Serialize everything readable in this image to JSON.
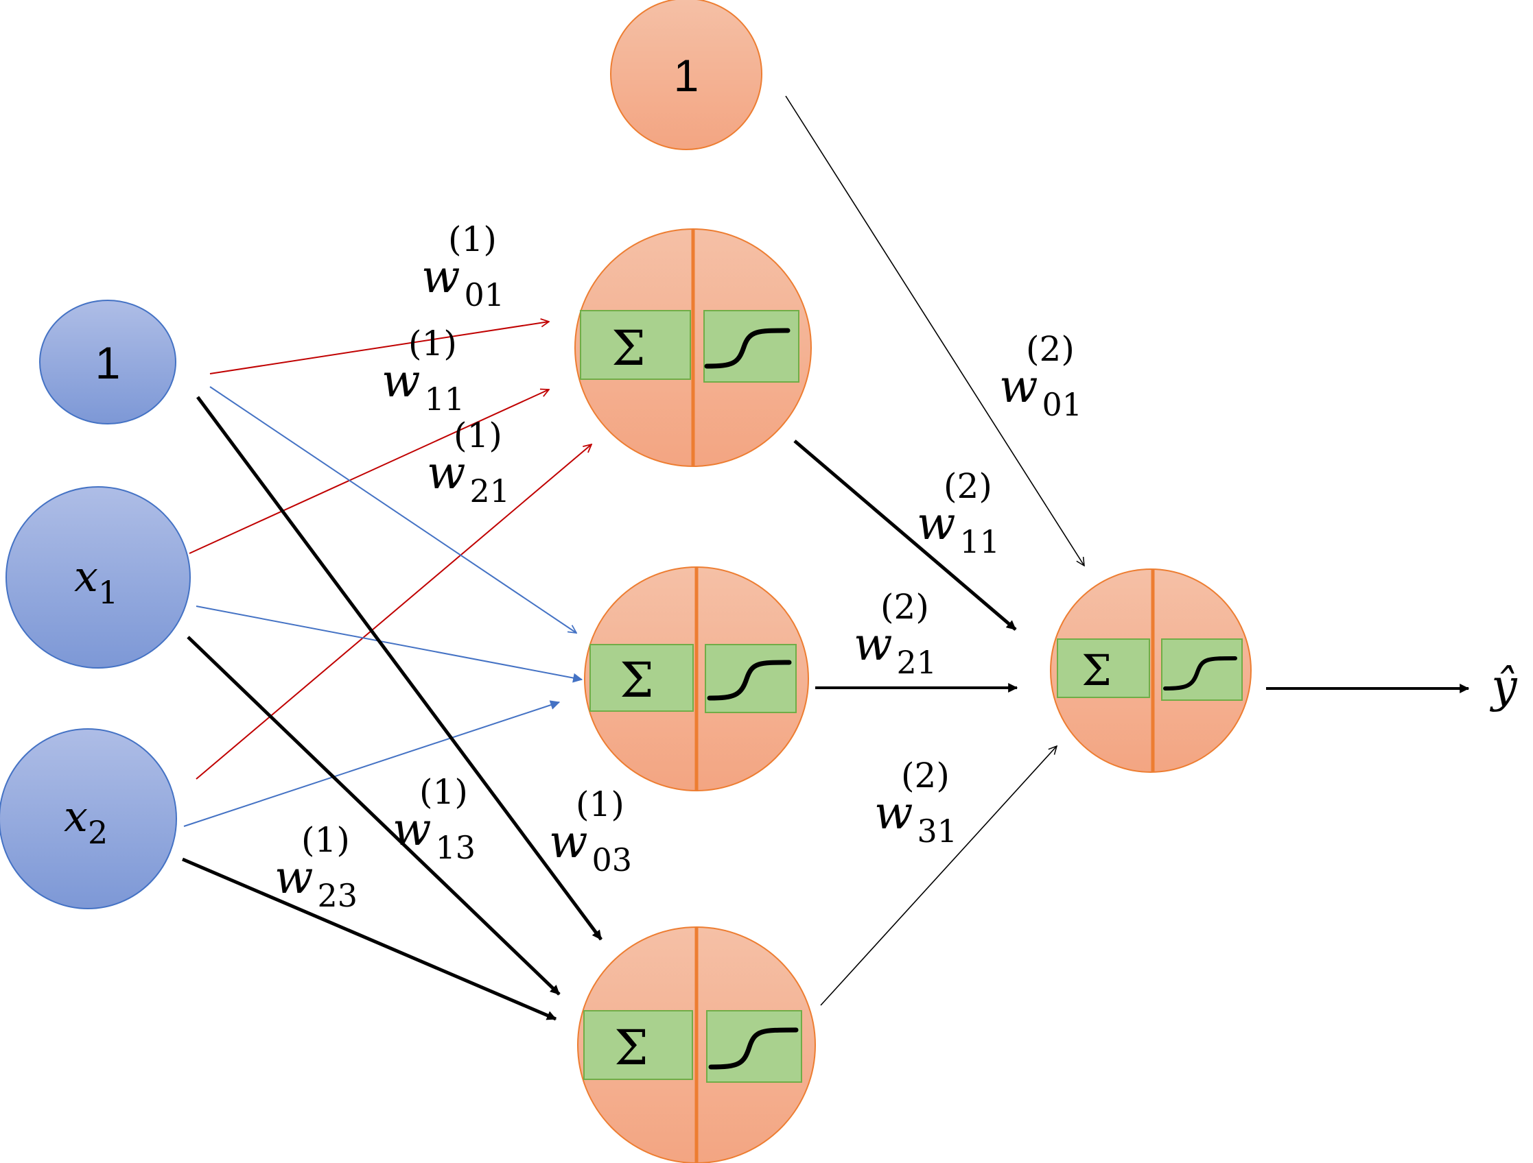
{
  "colors": {
    "input_fill_top": "#aebde6",
    "input_fill_bottom": "#7d98d6",
    "input_stroke": "#4472c4",
    "neuron_fill_top": "#f5c0a6",
    "neuron_fill_bottom": "#f3a582",
    "neuron_stroke": "#ed7d31",
    "box_fill": "#a9d18e",
    "box_stroke": "#70ad47",
    "edge_red": "#c00000",
    "edge_blue": "#4472c4",
    "edge_black": "#000000"
  },
  "inputs": {
    "bias": {
      "label": "1"
    },
    "x1": {
      "letter": "x",
      "sub": "1"
    },
    "x2": {
      "letter": "x",
      "sub": "2"
    }
  },
  "hidden_bias": {
    "label": "1"
  },
  "hidden_neurons": [
    {
      "sum_symbol": "Σ",
      "activation_icon": "sigmoid-icon"
    },
    {
      "sum_symbol": "Σ",
      "activation_icon": "sigmoid-icon"
    },
    {
      "sum_symbol": "Σ",
      "activation_icon": "sigmoid-icon"
    }
  ],
  "output_neuron": {
    "sum_symbol": "Σ",
    "activation_icon": "sigmoid-icon"
  },
  "output_label": "ŷ",
  "weights": {
    "w01_1": {
      "letter": "w",
      "sub": "01",
      "sup": "(1)"
    },
    "w11_1": {
      "letter": "w",
      "sub": "11",
      "sup": "(1)"
    },
    "w21_1": {
      "letter": "w",
      "sub": "21",
      "sup": "(1)"
    },
    "w13_1": {
      "letter": "w",
      "sub": "13",
      "sup": "(1)"
    },
    "w03_1": {
      "letter": "w",
      "sub": "03",
      "sup": "(1)"
    },
    "w23_1": {
      "letter": "w",
      "sub": "23",
      "sup": "(1)"
    },
    "w01_2": {
      "letter": "w",
      "sub": "01",
      "sup": "(2)"
    },
    "w11_2": {
      "letter": "w",
      "sub": "11",
      "sup": "(2)"
    },
    "w21_2": {
      "letter": "w",
      "sub": "21",
      "sup": "(2)"
    },
    "w31_2": {
      "letter": "w",
      "sub": "31",
      "sup": "(2)"
    }
  }
}
